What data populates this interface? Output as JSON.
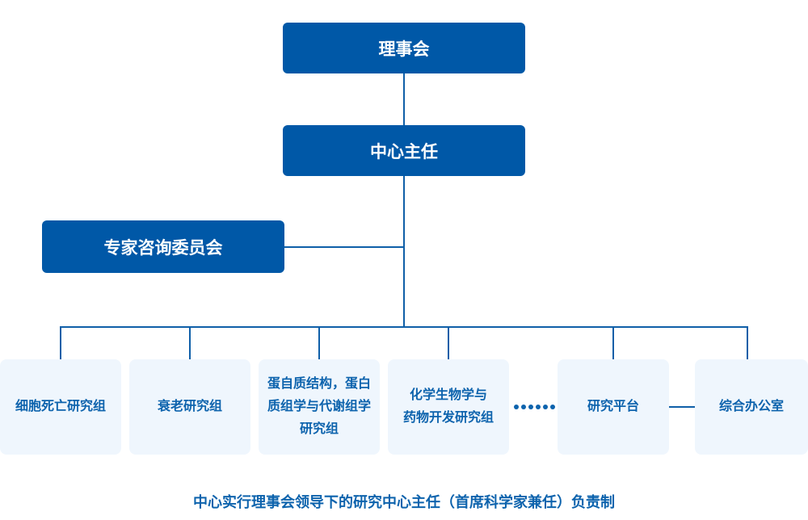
{
  "palette": {
    "dark_blue": "#0058a7",
    "light_bg": "#eff6fd",
    "text_blue": "#0d63ad",
    "line_blue": "#0f5fa8"
  },
  "org": {
    "board": {
      "label": "理事会"
    },
    "director": {
      "label": "中心主任"
    },
    "advisory": {
      "label": "专家咨询委员会"
    },
    "groups": [
      {
        "label": "细胞死亡研究组"
      },
      {
        "label": "衰老研究组"
      },
      {
        "label": "蛋自质结构，蛋白\n质组学与代谢组学\n研究组"
      },
      {
        "label": "化学生物学与\n药物开发研究组"
      }
    ],
    "ellipsis": "……",
    "platform": {
      "label": "研究平台"
    },
    "office": {
      "label": "综合办公室"
    },
    "caption": "中心实行理事会领导下的研究中心主任（首席科学家兼任）负责制"
  }
}
